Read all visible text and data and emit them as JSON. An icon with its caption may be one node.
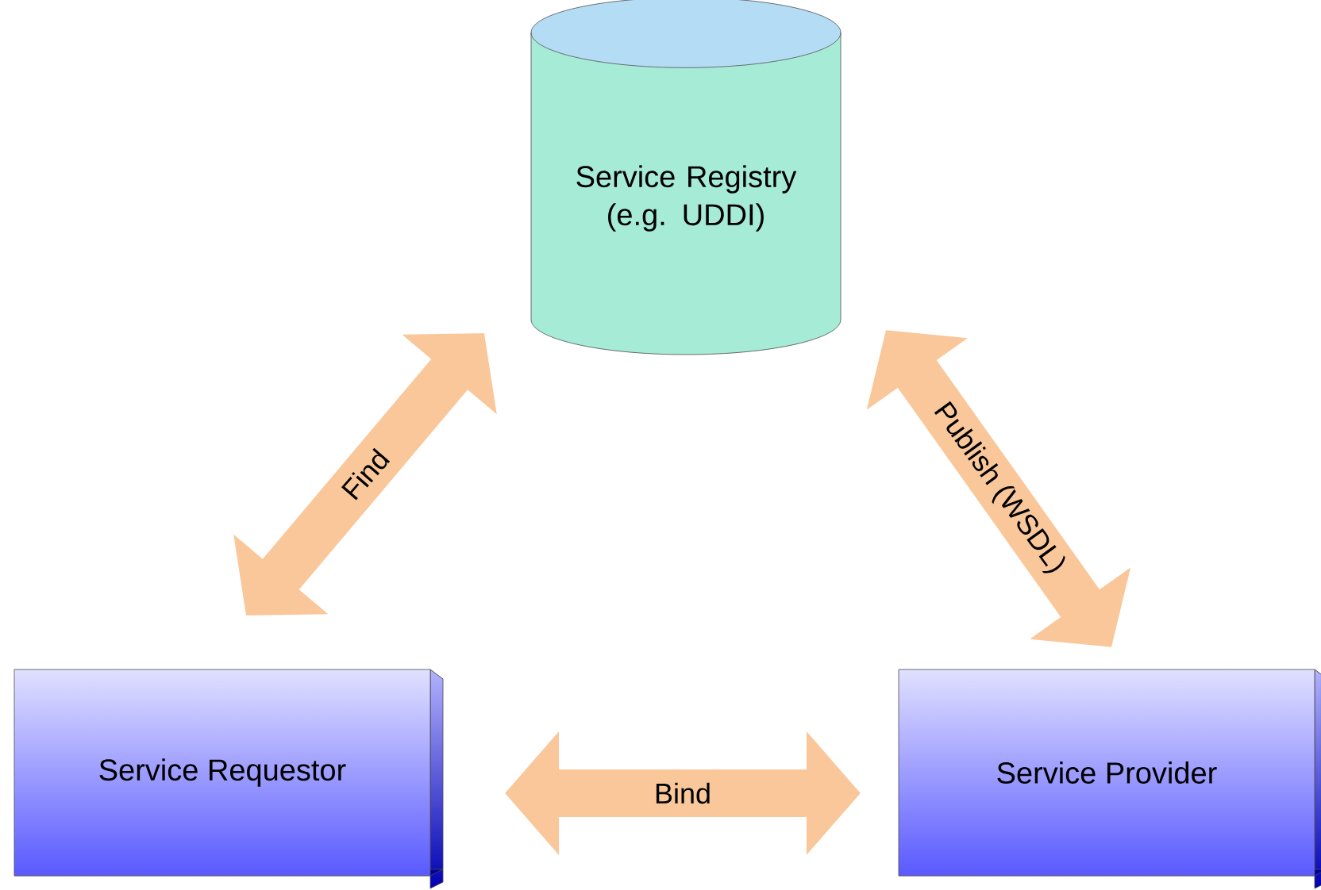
{
  "diagram": {
    "nodes": [
      {
        "text": [
          "Service Registry (e.g. UDDI)"
        ]
      },
      {
        "text": [
          "Service Requestor"
        ]
      },
      {
        "text": [
          "Service Provider"
        ]
      }
    ],
    "edges": [
      {
        "from": 1,
        "to": 0,
        "arrow": "both",
        "label": "Find"
      },
      {
        "from": 2,
        "to": 0,
        "arrow": "both",
        "label": "Publish (WSDL)"
      },
      {
        "from": 1,
        "to": 2,
        "arrow": "both",
        "label": "Bind"
      }
    ]
  }
}
